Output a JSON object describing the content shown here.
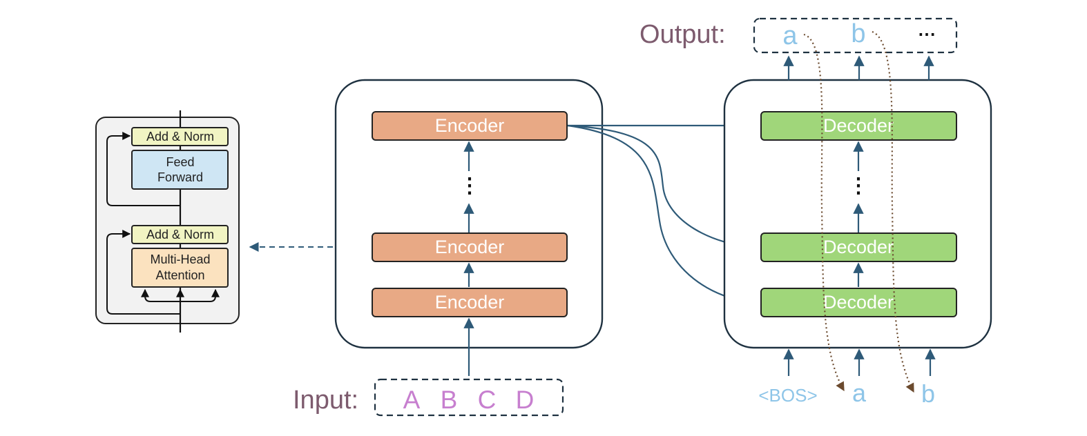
{
  "sublayer": {
    "add_norm_top": "Add & Norm",
    "feed_forward_line1": "Feed",
    "feed_forward_line2": "Forward",
    "add_norm_bottom": "Add & Norm",
    "mha_line1": "Multi-Head",
    "mha_line2": "Attention"
  },
  "encoder_stack": {
    "top": "Encoder",
    "middle": "Encoder",
    "bottom": "Encoder",
    "ellipsis": "⋮"
  },
  "decoder_stack": {
    "top": "Decoder",
    "middle": "Decoder",
    "bottom": "Decoder",
    "ellipsis": "⋮"
  },
  "input": {
    "label": "Input:",
    "tokens": [
      "A",
      "B",
      "C",
      "D"
    ]
  },
  "output": {
    "label": "Output:",
    "tokens": [
      "a",
      "b",
      "⋯"
    ]
  },
  "decoder_inputs": [
    "<BOS>",
    "a",
    "b"
  ],
  "colors": {
    "encoder": "#e8a985",
    "decoder": "#a0d67a",
    "arrow": "#2e5a78",
    "input_token": "#c77fcf",
    "output_token": "#8ec5e8",
    "label": "#7d5b6e",
    "dotted": "#6b4a2e",
    "add_norm": "#f1f4c3",
    "feed_forward": "#cfe6f4",
    "mha": "#fbe2bf",
    "sublayer_bg": "#f2f2f2"
  }
}
